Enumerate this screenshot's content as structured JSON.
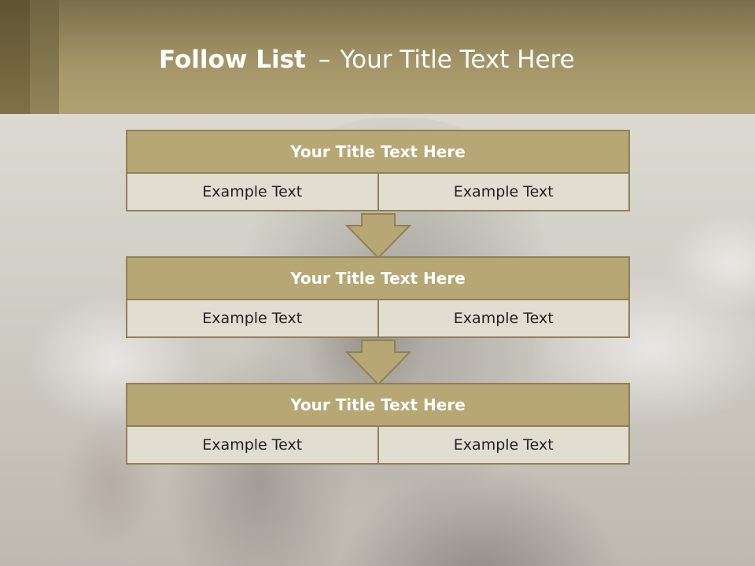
{
  "slide": {
    "title_bold": "Follow List",
    "title_sep": "–",
    "title_rest": "Your Title Text Here"
  },
  "colors": {
    "header": "#a49568",
    "block_title_fill": "#b6a774",
    "cell_fill": "#e2ddd1",
    "border": "#8f8157"
  },
  "blocks": [
    {
      "title": "Your Title Text Here",
      "left": "Example Text",
      "right": "Example Text"
    },
    {
      "title": "Your Title Text Here",
      "left": "Example Text",
      "right": "Example Text"
    },
    {
      "title": "Your Title Text Here",
      "left": "Example Text",
      "right": "Example Text"
    }
  ],
  "icons": [
    "down-arrow-icon"
  ]
}
